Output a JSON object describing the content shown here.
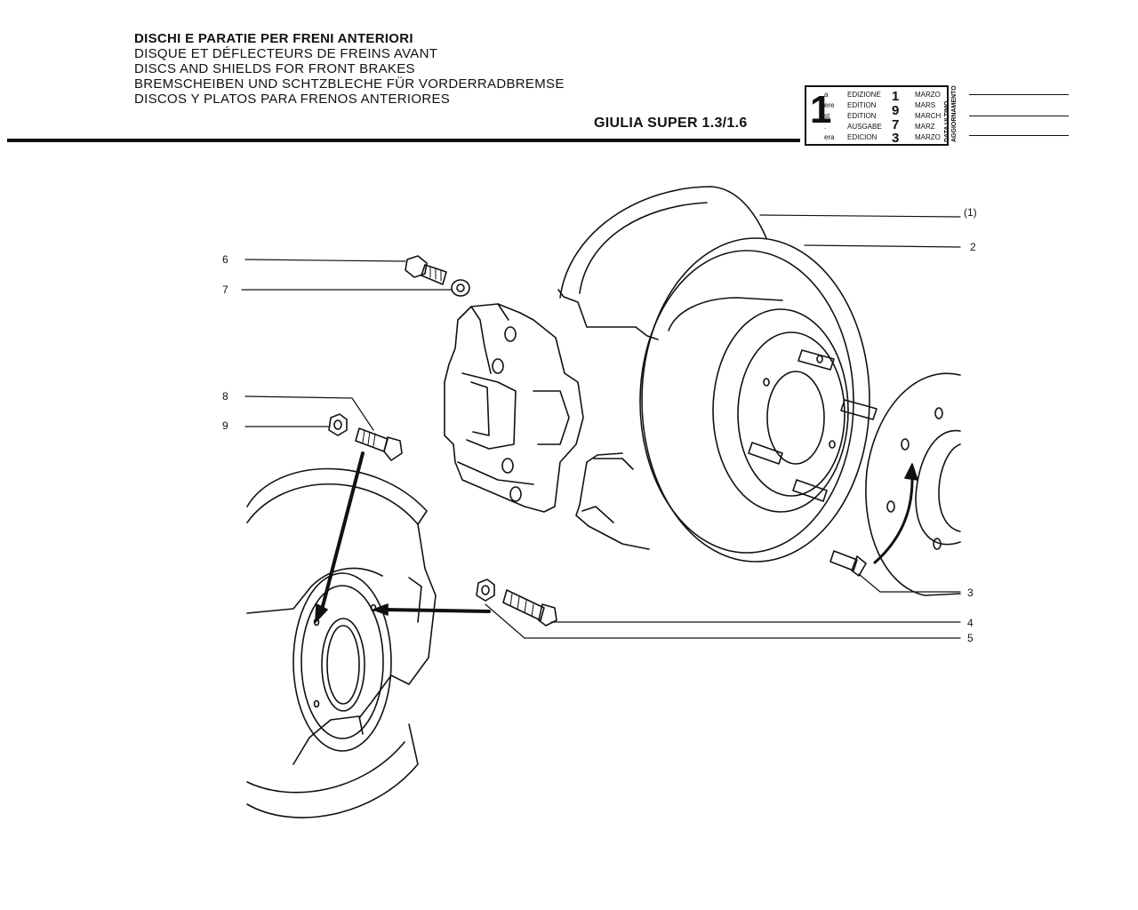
{
  "header": {
    "titles": [
      "DISCHI E PARATIE PER FRENI ANTERIORI",
      "DISQUE ET DÉFLECTEURS DE FREINS AVANT",
      "DISCS AND SHIELDS FOR FRONT BRAKES",
      "BREMSCHEIBEN UND SCHTZBLECHE FÜR VORDERRADBREMSE",
      "DISCOS Y PLATOS PARA FRENOS ANTERIORES"
    ],
    "model": "GIULIA SUPER 1.3/1.6"
  },
  "edition_box": {
    "number": "1",
    "rows": [
      {
        "suffix": "a",
        "word": "EDIZIONE",
        "month": "MARZO"
      },
      {
        "suffix": "ere",
        "word": "EDITION",
        "month": "MARS"
      },
      {
        "suffix": "st",
        "word": "EDITION",
        "month": "MARCH"
      },
      {
        "suffix": ".",
        "word": "AUSGABE",
        "month": "MARZ"
      },
      {
        "suffix": "era",
        "word": "EDICION",
        "month": "MARZO"
      }
    ],
    "year_digits": [
      "1",
      "9",
      "7",
      "3"
    ],
    "update_label_1": "DATA ULTIMO",
    "update_label_2": "AGGIORNAMENTO"
  },
  "callouts": {
    "c1": "(1)",
    "c2": "2",
    "c3": "3",
    "c4": "4",
    "c5": "5",
    "c6": "6",
    "c7": "7",
    "c8": "8",
    "c9": "9"
  },
  "parts": [
    "brake-shield",
    "brake-disc",
    "wheel-stud",
    "bolt",
    "nut",
    "caliper-bolt",
    "washer",
    "mounting-bolt",
    "mounting-nut",
    "brake-caliper",
    "wheel-hub"
  ]
}
